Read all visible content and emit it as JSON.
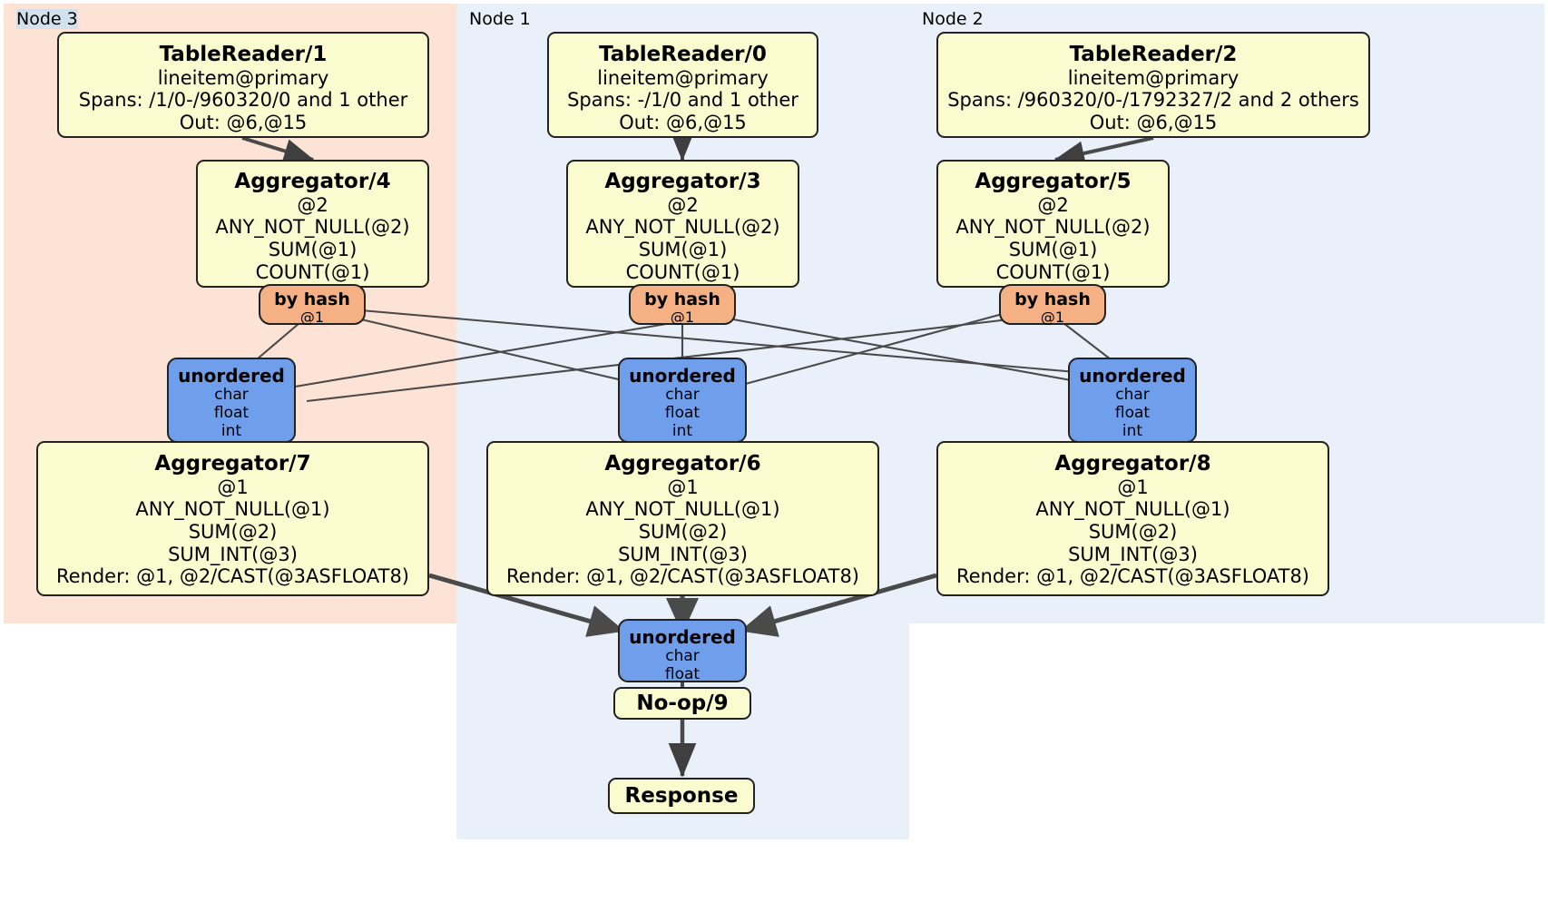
{
  "panels": [
    {
      "name": "node-3",
      "label": "Node 3",
      "color": "#fce3d5"
    },
    {
      "name": "node-1",
      "label": "Node 1",
      "color": "#d2e1ec"
    },
    {
      "name": "node-2",
      "label": "Node 2",
      "color": "#eaf0fa"
    }
  ],
  "readers": [
    {
      "title": "TableReader/1",
      "table": "lineitem@primary",
      "spans": "Spans: /1/0-/960320/0 and 1 other",
      "out": "Out: @6,@15"
    },
    {
      "title": "TableReader/0",
      "table": "lineitem@primary",
      "spans": "Spans: -/1/0 and 1 other",
      "out": "Out: @6,@15"
    },
    {
      "title": "TableReader/2",
      "table": "lineitem@primary",
      "spans": "Spans: /960320/0-/1792327/2 and 2 others",
      "out": "Out: @6,@15"
    }
  ],
  "local_aggs": [
    {
      "title": "Aggregator/4",
      "group": "@2",
      "f1": "ANY_NOT_NULL(@2)",
      "f2": "SUM(@1)",
      "f3": "COUNT(@1)"
    },
    {
      "title": "Aggregator/3",
      "group": "@2",
      "f1": "ANY_NOT_NULL(@2)",
      "f2": "SUM(@1)",
      "f3": "COUNT(@1)"
    },
    {
      "title": "Aggregator/5",
      "group": "@2",
      "f1": "ANY_NOT_NULL(@2)",
      "f2": "SUM(@1)",
      "f3": "COUNT(@1)"
    }
  ],
  "routers": [
    {
      "title": "by hash",
      "col": "@1"
    },
    {
      "title": "by hash",
      "col": "@1"
    },
    {
      "title": "by hash",
      "col": "@1"
    }
  ],
  "receivers": [
    {
      "title": "unordered",
      "t1": "char",
      "t2": "float",
      "t3": "int"
    },
    {
      "title": "unordered",
      "t1": "char",
      "t2": "float",
      "t3": "int"
    },
    {
      "title": "unordered",
      "t1": "char",
      "t2": "float",
      "t3": "int"
    }
  ],
  "final_aggs": [
    {
      "title": "Aggregator/7",
      "group": "@1",
      "f1": "ANY_NOT_NULL(@1)",
      "f2": "SUM(@2)",
      "f3": "SUM_INT(@3)",
      "render": "Render: @1, @2/CAST(@3ASFLOAT8)"
    },
    {
      "title": "Aggregator/6",
      "group": "@1",
      "f1": "ANY_NOT_NULL(@1)",
      "f2": "SUM(@2)",
      "f3": "SUM_INT(@3)",
      "render": "Render: @1, @2/CAST(@3ASFLOAT8)"
    },
    {
      "title": "Aggregator/8",
      "group": "@1",
      "f1": "ANY_NOT_NULL(@1)",
      "f2": "SUM(@2)",
      "f3": "SUM_INT(@3)",
      "render": "Render: @1, @2/CAST(@3ASFLOAT8)"
    }
  ],
  "final_receiver": {
    "title": "unordered",
    "t1": "char",
    "t2": "float"
  },
  "noop": {
    "title": "No-op/9"
  },
  "response": {
    "title": "Response"
  }
}
